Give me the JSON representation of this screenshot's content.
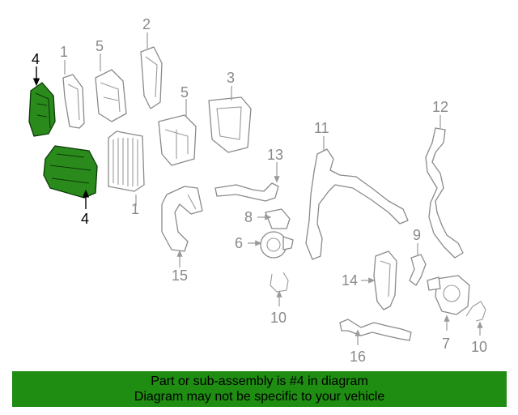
{
  "callouts": {
    "c1a": "1",
    "c1b": "1",
    "c2": "2",
    "c3": "3",
    "c4a": "4",
    "c4b": "4",
    "c5a": "5",
    "c5b": "5",
    "c6": "6",
    "c7": "7",
    "c8": "8",
    "c9": "9",
    "c10a": "10",
    "c10b": "10",
    "c11": "11",
    "c12": "12",
    "c13": "13",
    "c14": "14",
    "c15": "15",
    "c16": "16"
  },
  "highlighted_part": "4",
  "colors": {
    "highlight": "#2a8a1c",
    "banner": "#1f8c12",
    "line": "#8a8a8a"
  },
  "banner": {
    "line1": "Part or sub-assembly is #4 in diagram",
    "line2": "Diagram may not be specific to your vehicle"
  }
}
